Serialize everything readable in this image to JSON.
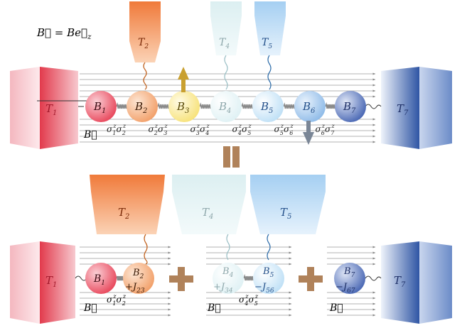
{
  "field_equation": {
    "lhs": "B⃗",
    "eq": " = B",
    "vec": "e⃗",
    "sub": "z"
  },
  "field_label": "B⃗",
  "equals_symbol": "=",
  "plus_symbol": "+",
  "colors": {
    "red": "#e23a4c",
    "orange": "#f08a4a",
    "yellow": "#f5e06a",
    "pale_cyan": "#d8eef0",
    "light_blue": "#a9d2f2",
    "mid_blue": "#6fa0d8",
    "dark_blue": "#3a5aa8",
    "field_line": "#9a9a9a",
    "spring": "#9a9a9a",
    "brown": "#b0825a",
    "arrow_gold": "#c9a030",
    "arrow_gray": "#7a8696"
  },
  "top": {
    "left_reservoir": {
      "base": "T",
      "sub": "1"
    },
    "right_reservoir": {
      "base": "T",
      "sub": "7"
    },
    "hanging_reservoirs": [
      {
        "base": "T",
        "sub": "2",
        "color": "orange"
      },
      {
        "base": "T",
        "sub": "4",
        "color": "pale_cyan"
      },
      {
        "base": "T",
        "sub": "5",
        "color": "light_blue"
      }
    ],
    "spins": [
      {
        "base": "B",
        "sub": "1"
      },
      {
        "base": "B",
        "sub": "2"
      },
      {
        "base": "B",
        "sub": "3"
      },
      {
        "base": "B",
        "sub": "4"
      },
      {
        "base": "B",
        "sub": "5"
      },
      {
        "base": "B",
        "sub": "6"
      },
      {
        "base": "B",
        "sub": "7"
      }
    ],
    "couplings": [
      {
        "a": "1",
        "b": "2"
      },
      {
        "a": "2",
        "b": "3"
      },
      {
        "a": "3",
        "b": "4"
      },
      {
        "a": "4",
        "b": "5"
      },
      {
        "a": "5",
        "b": "6"
      },
      {
        "a": "6",
        "b": "7"
      }
    ]
  },
  "bottom": {
    "left_reservoir": {
      "base": "T",
      "sub": "1"
    },
    "right_reservoir": {
      "base": "T",
      "sub": "7"
    },
    "hanging_reservoirs": [
      {
        "base": "T",
        "sub": "2"
      },
      {
        "base": "T",
        "sub": "4"
      },
      {
        "base": "T",
        "sub": "5"
      }
    ],
    "group1": {
      "spin1": {
        "base": "B",
        "sub": "1"
      },
      "spin2": {
        "base": "B",
        "sub": "2",
        "extra": "+J",
        "extra_sub": "23"
      },
      "coupling": {
        "a": "1",
        "b": "2"
      }
    },
    "group2": {
      "spin1": {
        "base": "B",
        "sub": "4",
        "extra": "+J",
        "extra_sub": "34"
      },
      "spin2": {
        "base": "B",
        "sub": "5",
        "extra": "−J",
        "extra_sub": "56"
      },
      "coupling": {
        "a": "4",
        "b": "5"
      }
    },
    "group3": {
      "spin1": {
        "base": "B",
        "sub": "7",
        "extra": "−J",
        "extra_sub": "67"
      }
    }
  }
}
